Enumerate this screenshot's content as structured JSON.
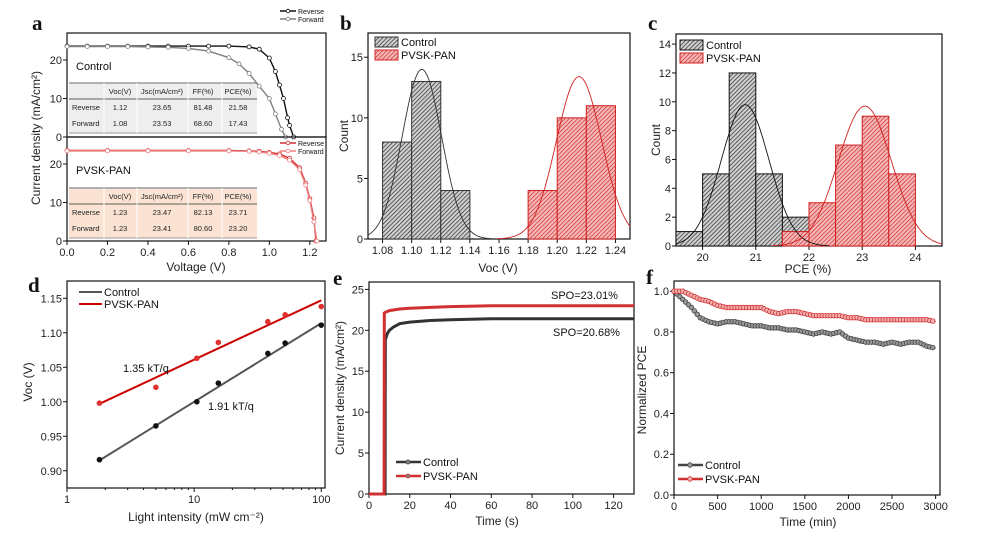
{
  "figure": {
    "panel_labels": [
      "a",
      "b",
      "c",
      "d",
      "e",
      "f"
    ]
  },
  "chart_data": [
    {
      "id": "a",
      "type": "line",
      "xlabel": "Voltage (V)",
      "ylabel": "Current density (mA/cm²)",
      "xlim": [
        0,
        1.28
      ],
      "ylim": [
        0,
        27
      ],
      "xticks": [
        "0.0",
        "0.2",
        "0.4",
        "0.6",
        "0.8",
        "1.0",
        "1.2"
      ],
      "xtick_values": [
        0,
        0.2,
        0.4,
        0.6,
        0.8,
        1.0,
        1.2
      ],
      "yticks": [
        "0",
        "10",
        "20"
      ],
      "ytick_values": [
        0,
        10,
        20
      ],
      "subplots": [
        {
          "name": "Control",
          "name_color": "#111111",
          "series": [
            {
              "name": "Reverse",
              "color": "#111111",
              "x": [
                0,
                0.1,
                0.2,
                0.3,
                0.4,
                0.5,
                0.6,
                0.7,
                0.8,
                0.9,
                0.95,
                1.0,
                1.03,
                1.05,
                1.07,
                1.09,
                1.1,
                1.12
              ],
              "y": [
                23.6,
                23.6,
                23.6,
                23.6,
                23.6,
                23.6,
                23.6,
                23.6,
                23.6,
                23.4,
                22.8,
                20.5,
                17,
                13.5,
                10,
                5,
                3,
                0
              ]
            },
            {
              "name": "Forward",
              "color": "#808080",
              "x": [
                0,
                0.1,
                0.2,
                0.3,
                0.4,
                0.5,
                0.6,
                0.7,
                0.8,
                0.85,
                0.9,
                0.95,
                1.0,
                1.03,
                1.06,
                1.08
              ],
              "y": [
                23.5,
                23.5,
                23.5,
                23.5,
                23.4,
                23.3,
                23.0,
                22.3,
                20.6,
                19,
                16.5,
                13.2,
                10,
                6,
                2,
                0
              ]
            }
          ],
          "table": {
            "header": [
              "",
              "Voc(V)",
              "Jsc(mA/cm²)",
              "FF(%)",
              "PCE(%)"
            ],
            "rows": [
              [
                "Reverse",
                "1.12",
                "23.65",
                "81.48",
                "21.58"
              ],
              [
                "Forward",
                "1.08",
                "23.53",
                "68.60",
                "17.43"
              ]
            ],
            "background": "#eeeeee"
          }
        },
        {
          "name": "PVSK-PAN",
          "name_color": "#c00000",
          "series": [
            {
              "name": "Reverse",
              "color": "#d03030",
              "x": [
                0,
                0.2,
                0.4,
                0.6,
                0.8,
                0.9,
                0.95,
                1.0,
                1.05,
                1.1,
                1.15,
                1.18,
                1.2,
                1.22,
                1.23
              ],
              "y": [
                23.5,
                23.5,
                23.5,
                23.5,
                23.5,
                23.4,
                23.3,
                23.0,
                22.6,
                21.5,
                19,
                15,
                11,
                6,
                0
              ]
            },
            {
              "name": "Forward",
              "color": "#f08080",
              "x": [
                0,
                0.2,
                0.4,
                0.6,
                0.8,
                0.9,
                0.95,
                1.0,
                1.05,
                1.1,
                1.15,
                1.18,
                1.2,
                1.22,
                1.235
              ],
              "y": [
                23.4,
                23.4,
                23.4,
                23.4,
                23.4,
                23.3,
                23.1,
                22.8,
                22.2,
                21.0,
                18.5,
                14.5,
                10.5,
                5,
                0
              ]
            }
          ],
          "table": {
            "header": [
              "",
              "Voc(V)",
              "Jsc(mA/cm²)",
              "FF(%)",
              "PCE(%)"
            ],
            "rows": [
              [
                "Reverse",
                "1.23",
                "23.47",
                "82.13",
                "23.71"
              ],
              [
                "Forward",
                "1.23",
                "23.41",
                "80.60",
                "23.20"
              ]
            ],
            "background": "#fbe3d3"
          }
        }
      ]
    },
    {
      "id": "b",
      "type": "bar",
      "xlabel": "Voc (V)",
      "ylabel": "Count",
      "xlim": [
        1.07,
        1.25
      ],
      "ylim": [
        0,
        17
      ],
      "xticks": [
        "1.08",
        "1.10",
        "1.12",
        "1.14",
        "1.16",
        "1.18",
        "1.20",
        "1.22",
        "1.24"
      ],
      "xtick_values": [
        1.08,
        1.1,
        1.12,
        1.14,
        1.16,
        1.18,
        1.2,
        1.22,
        1.24
      ],
      "yticks": [
        "0",
        "5",
        "10",
        "15"
      ],
      "ytick_values": [
        0,
        5,
        10,
        15
      ],
      "legend_position": "top-left",
      "series": [
        {
          "name": "Control",
          "color": "#333333",
          "bins": [
            [
              1.08,
              1.1,
              8
            ],
            [
              1.1,
              1.12,
              13
            ],
            [
              1.12,
              1.14,
              4
            ]
          ],
          "fit": {
            "mean": 1.107,
            "peak": 14.0,
            "sigma": 0.0135
          }
        },
        {
          "name": "PVSK-PAN",
          "color": "#d02020",
          "bins": [
            [
              1.18,
              1.2,
              4
            ],
            [
              1.2,
              1.22,
              10
            ],
            [
              1.22,
              1.24,
              11
            ]
          ],
          "fit": {
            "mean": 1.215,
            "peak": 13.4,
            "sigma": 0.0155
          }
        }
      ]
    },
    {
      "id": "c",
      "type": "bar",
      "xlabel": "PCE (%)",
      "ylabel": "Count",
      "xlim": [
        19.5,
        24.5
      ],
      "ylim": [
        0,
        14.7
      ],
      "xticks": [
        "20",
        "21",
        "22",
        "23",
        "24"
      ],
      "xtick_values": [
        20,
        21,
        22,
        23,
        24
      ],
      "yticks": [
        "0",
        "2",
        "4",
        "6",
        "8",
        "10",
        "12",
        "14"
      ],
      "ytick_values": [
        0,
        2,
        4,
        6,
        8,
        10,
        12,
        14
      ],
      "legend_position": "top-left",
      "series": [
        {
          "name": "Control",
          "color": "#111111",
          "bins": [
            [
              19.5,
              20,
              1
            ],
            [
              20,
              20.5,
              5
            ],
            [
              20.5,
              21,
              12
            ],
            [
              21,
              21.5,
              5
            ],
            [
              21.5,
              22,
              2
            ]
          ],
          "fit": {
            "mean": 20.8,
            "peak": 9.8,
            "sigma": 0.45
          }
        },
        {
          "name": "PVSK-PAN",
          "color": "#d02020",
          "bins": [
            [
              21.5,
              22,
              1
            ],
            [
              22,
              22.5,
              3
            ],
            [
              22.5,
              23,
              7
            ],
            [
              23,
              23.5,
              9
            ],
            [
              23.5,
              24,
              5
            ]
          ],
          "fit": {
            "mean": 23.05,
            "peak": 9.7,
            "sigma": 0.5
          }
        }
      ]
    },
    {
      "id": "d",
      "type": "scatter",
      "xlabel": "Light intensity (mW cm⁻²)",
      "ylabel": "Voc (V)",
      "xscale": "log",
      "xlim": [
        1,
        107
      ],
      "ylim": [
        0.875,
        1.175
      ],
      "xticks": [
        "1",
        "10",
        "100"
      ],
      "xtick_values": [
        1,
        10,
        100
      ],
      "yticks": [
        "0.90",
        "0.95",
        "1.00",
        "1.05",
        "1.10",
        "1.15"
      ],
      "ytick_values": [
        0.9,
        0.95,
        1.0,
        1.05,
        1.1,
        1.15
      ],
      "legend_position": "top-left",
      "series": [
        {
          "name": "Control",
          "color": "#555555",
          "marker_color": "#111111",
          "x": [
            1.8,
            5,
            10.5,
            15.5,
            38,
            52,
            100
          ],
          "y": [
            0.916,
            0.965,
            1.0,
            1.027,
            1.07,
            1.085,
            1.111
          ],
          "fit": [
            [
              1.8,
              0.915
            ],
            [
              100,
              1.114
            ]
          ]
        },
        {
          "name": "PVSK-PAN",
          "color": "#cc0000",
          "marker_color": "#e03030",
          "x": [
            1.8,
            5,
            10.5,
            15.5,
            38,
            52,
            100
          ],
          "y": [
            0.998,
            1.021,
            1.063,
            1.086,
            1.116,
            1.126,
            1.138
          ],
          "fit": [
            [
              1.8,
              0.997
            ],
            [
              100,
              1.147
            ]
          ]
        }
      ],
      "annotations": [
        "1.35 kT/q",
        "1.91 kT/q"
      ]
    },
    {
      "id": "e",
      "type": "line",
      "xlabel": "Time (s)",
      "ylabel": "Current density (mA/cm²)",
      "xlim": [
        0,
        130
      ],
      "ylim": [
        0,
        25.9
      ],
      "xticks": [
        "0",
        "20",
        "40",
        "60",
        "80",
        "100",
        "120"
      ],
      "xtick_values": [
        0,
        20,
        40,
        60,
        80,
        100,
        120
      ],
      "yticks": [
        "0",
        "5",
        "10",
        "15",
        "20",
        "25"
      ],
      "ytick_values": [
        0,
        5,
        10,
        15,
        20,
        25
      ],
      "legend_position": "bottom-left",
      "series": [
        {
          "name": "Control",
          "color": "#333333",
          "x": [
            0,
            7.9,
            8,
            9,
            10,
            12,
            15,
            20,
            30,
            40,
            60,
            80,
            100,
            130
          ],
          "y": [
            0,
            0,
            18.8,
            19.6,
            20.0,
            20.4,
            20.8,
            21.0,
            21.2,
            21.3,
            21.4,
            21.4,
            21.4,
            21.4
          ]
        },
        {
          "name": "PVSK-PAN",
          "color": "#d03030",
          "x": [
            0,
            7.4,
            7.5,
            8,
            10,
            15,
            20,
            30,
            40,
            60,
            80,
            100,
            130
          ],
          "y": [
            0,
            0,
            22.1,
            22.2,
            22.4,
            22.6,
            22.7,
            22.8,
            22.9,
            23.0,
            23.0,
            23.0,
            23.0
          ]
        }
      ],
      "annotations": [
        {
          "text": "SPO=23.01%",
          "color": "#c00000"
        },
        {
          "text": "SPO=20.68%",
          "color": "#111111"
        }
      ]
    },
    {
      "id": "f",
      "type": "line",
      "xlabel": "Time (min)",
      "ylabel": "Normalized PCE",
      "xlim": [
        0,
        3050
      ],
      "ylim": [
        0,
        1.05
      ],
      "xticks": [
        "0",
        "500",
        "1000",
        "1500",
        "2000",
        "2500",
        "3000"
      ],
      "xtick_values": [
        0,
        500,
        1000,
        1500,
        2000,
        2500,
        3000
      ],
      "yticks": [
        "0.0",
        "0.2",
        "0.4",
        "0.6",
        "0.8",
        "1.0"
      ],
      "ytick_values": [
        0,
        0.2,
        0.4,
        0.6,
        0.8,
        1.0
      ],
      "legend_position": "bottom-left",
      "x_step": 100,
      "series": [
        {
          "name": "Control",
          "color": "#444444",
          "y": [
            1.0,
            0.96,
            0.92,
            0.87,
            0.85,
            0.84,
            0.85,
            0.85,
            0.84,
            0.83,
            0.83,
            0.82,
            0.82,
            0.81,
            0.81,
            0.8,
            0.79,
            0.8,
            0.79,
            0.8,
            0.77,
            0.76,
            0.75,
            0.75,
            0.74,
            0.75,
            0.74,
            0.75,
            0.75,
            0.73,
            0.72
          ]
        },
        {
          "name": "PVSK-PAN",
          "color": "#d03030",
          "y": [
            1.0,
            1.0,
            0.98,
            0.96,
            0.95,
            0.93,
            0.92,
            0.92,
            0.92,
            0.92,
            0.92,
            0.9,
            0.89,
            0.9,
            0.9,
            0.89,
            0.88,
            0.88,
            0.88,
            0.88,
            0.87,
            0.87,
            0.86,
            0.86,
            0.86,
            0.86,
            0.86,
            0.86,
            0.86,
            0.86,
            0.85
          ]
        }
      ]
    }
  ]
}
